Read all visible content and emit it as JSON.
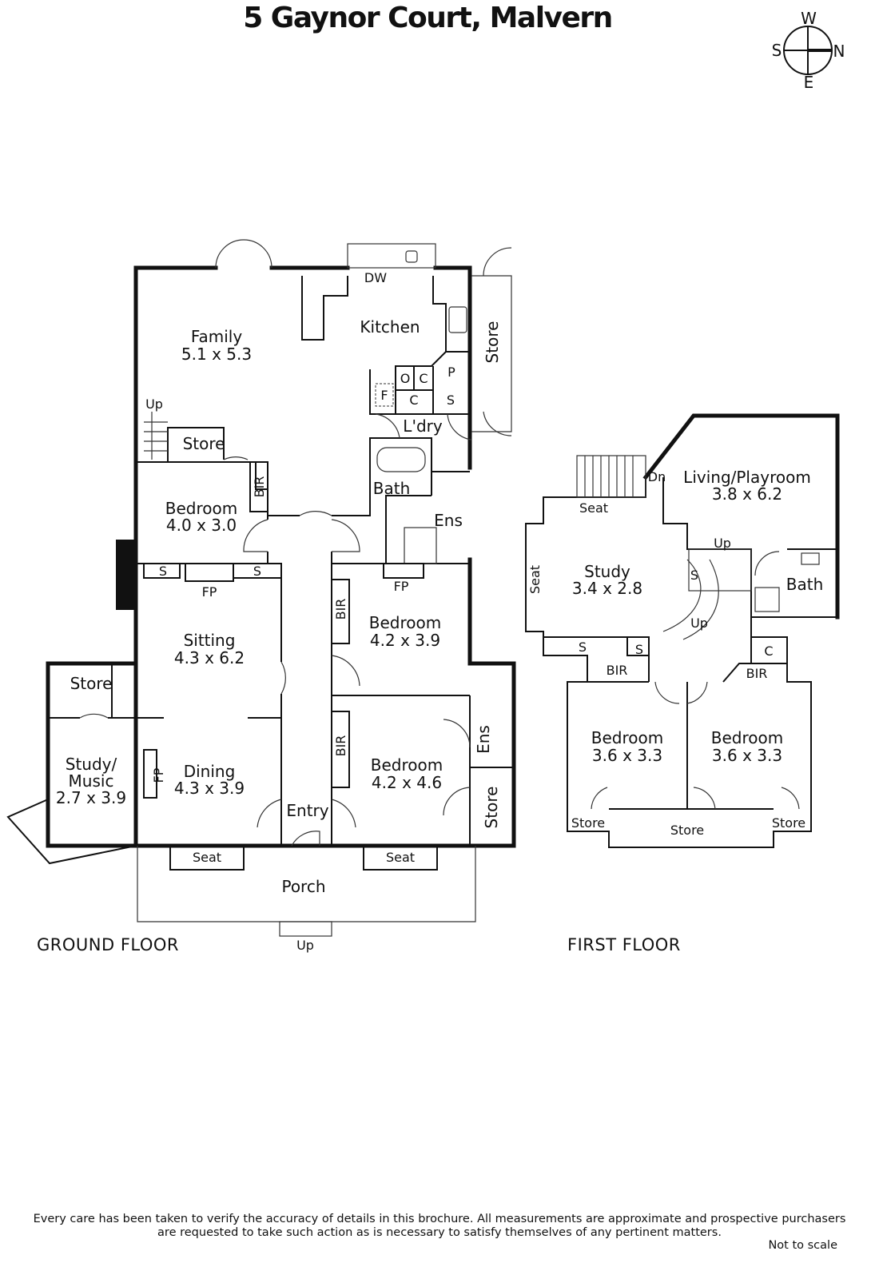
{
  "title": "5 Gaynor Court, Malvern",
  "compass": {
    "w": "W",
    "s": "S",
    "n": "N",
    "e": "E"
  },
  "ground": {
    "label": "GROUND FLOOR",
    "family": {
      "name": "Family",
      "dims": "5.1 x 5.3"
    },
    "kitchen": "Kitchen",
    "dw": "DW",
    "store_kitchen": "Store",
    "o": "O",
    "c1": "C",
    "p": "P",
    "f": "F",
    "c2": "C",
    "s_k": "S",
    "laundry": "L'dry",
    "up_stair": "Up",
    "store_stair": "Store",
    "bath": "Bath",
    "ens1": "Ens",
    "bedroom1": {
      "name": "Bedroom",
      "dims": "4.0 x 3.0"
    },
    "bir1": "BIR",
    "sitting": {
      "name": "Sitting",
      "dims": "4.3 x 6.2"
    },
    "s_left": "S",
    "s_right": "S",
    "fp1": "FP",
    "bedroom2": {
      "name": "Bedroom",
      "dims": "4.2 x 3.9"
    },
    "bir2": "BIR",
    "fp2": "FP",
    "bedroom3": {
      "name": "Bedroom",
      "dims": "4.2 x 4.6"
    },
    "bir3": "BIR",
    "ens2": "Ens",
    "store_right": "Store",
    "store_study": "Store",
    "study": {
      "name1": "Study/",
      "name2": "Music",
      "dims": "2.7 x 3.9"
    },
    "fp3": "FP",
    "dining": {
      "name": "Dining",
      "dims": "4.3 x 3.9"
    },
    "entry": "Entry",
    "seat1": "Seat",
    "seat2": "Seat",
    "porch": "Porch",
    "up_porch": "Up"
  },
  "first": {
    "label": "FIRST FLOOR",
    "dn": "Dn",
    "living": {
      "name": "Living/Playroom",
      "dims": "3.8 x 6.2"
    },
    "seat_top": "Seat",
    "seat_left": "Seat",
    "study": {
      "name": "Study",
      "dims": "3.4 x 2.8"
    },
    "up1": "Up",
    "up2": "Up",
    "s1": "S",
    "s2": "S",
    "s3": "S",
    "bath": "Bath",
    "c": "C",
    "bir1": "BIR",
    "bir2": "BIR",
    "bedroom1": {
      "name": "Bedroom",
      "dims": "3.6 x 3.3"
    },
    "bedroom2": {
      "name": "Bedroom",
      "dims": "3.6 x 3.3"
    },
    "store1": "Store",
    "store2": "Store",
    "store3": "Store"
  },
  "disclaimer": [
    "Every care has been taken to verify the accuracy of details in this brochure.  All measurements are approximate and prospective purchasers",
    "are requested to take such action as is necessary to satisfy themselves of any pertinent matters."
  ],
  "not_to_scale": "Not to scale"
}
